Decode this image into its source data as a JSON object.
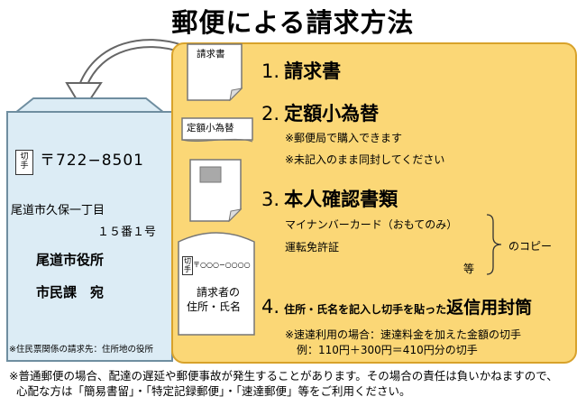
{
  "title": "郵便による請求方法",
  "envelope": {
    "stamp": [
      "切",
      "手"
    ],
    "postal_code": "〒722−8501",
    "address1": "尾道市久保一丁目",
    "address2": "１５番１号",
    "recipient1": "尾道市役所",
    "recipient2": "市民課　宛",
    "note": "※住民票関係の請求先：住所地の役所"
  },
  "docs": {
    "request_label": "請求書",
    "order_label": "定額小為替",
    "return_env": {
      "stamp": [
        "切",
        "手"
      ],
      "postal_code": "〒○○○−○○○○",
      "name1": "請求者の",
      "name2": "住所・氏名"
    }
  },
  "steps": [
    {
      "num": "1.",
      "title": "請求書"
    },
    {
      "num": "2.",
      "title": "定額小為替",
      "notes": [
        "※郵便局で購入できます",
        "※未記入のまま同封してください"
      ]
    },
    {
      "num": "3.",
      "title": "本人確認書類",
      "items": [
        "マイナンバーカード（おもてのみ）",
        "運転免許証",
        "等"
      ],
      "brace_label": "のコピー"
    },
    {
      "num": "4.",
      "title_prefix": "住所・氏名を記入し切手を貼った",
      "title": "返信用封筒",
      "notes": [
        "※速達利用の場合：速達料金を加えた金額の切手",
        "例：110円＋300円＝410円分の切手"
      ]
    }
  ],
  "footer": [
    "※普通郵便の場合、配達の遅延や郵便事故が発生することがあります。その場合の責任は負いかねますので、",
    "心配な方は「簡易書留」・「特定記録郵便」・「速達郵便」等をご利用ください。"
  ]
}
